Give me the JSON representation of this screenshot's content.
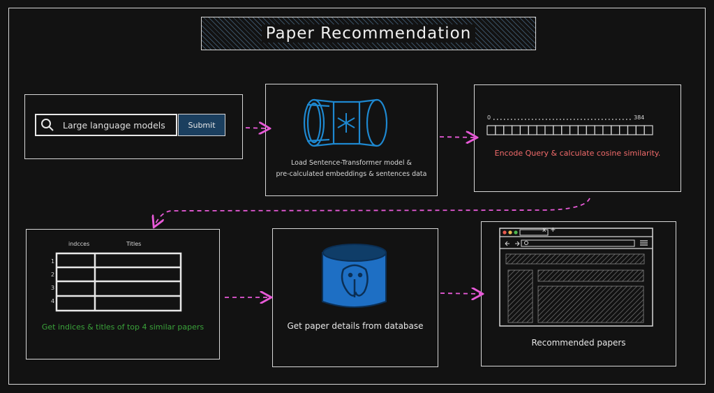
{
  "title": "Paper Recommendation",
  "search": {
    "query": "Large language models",
    "submit_label": "Submit",
    "icon": "search-icon"
  },
  "step_load": {
    "caption_line1": "Load Sentence-Transformer model &",
    "caption_line2": "pre-calculated embeddings & sentences data",
    "icon": "model-icon"
  },
  "step_encode": {
    "vector_start": "0",
    "vector_end": "384",
    "caption": "Encode Query & calculate cosine similarity.",
    "caption_color": "#f26b6b"
  },
  "step_indices": {
    "col_indices": "indcces",
    "col_titles": "Titles",
    "rows": [
      "1",
      "2",
      "3",
      "4"
    ],
    "caption": "Get indices & titles of top 4 similar papers",
    "caption_color": "#3aa23a"
  },
  "step_database": {
    "caption": "Get paper details from database",
    "icon": "postgresql-icon"
  },
  "step_result": {
    "caption": "Recommended papers",
    "browser_tab_close": "x",
    "browser_tab_new": "+"
  },
  "colors": {
    "arrow": "#e85ad8",
    "accent_blue": "#1b3f5f",
    "db_blue": "#1e6fc4"
  }
}
